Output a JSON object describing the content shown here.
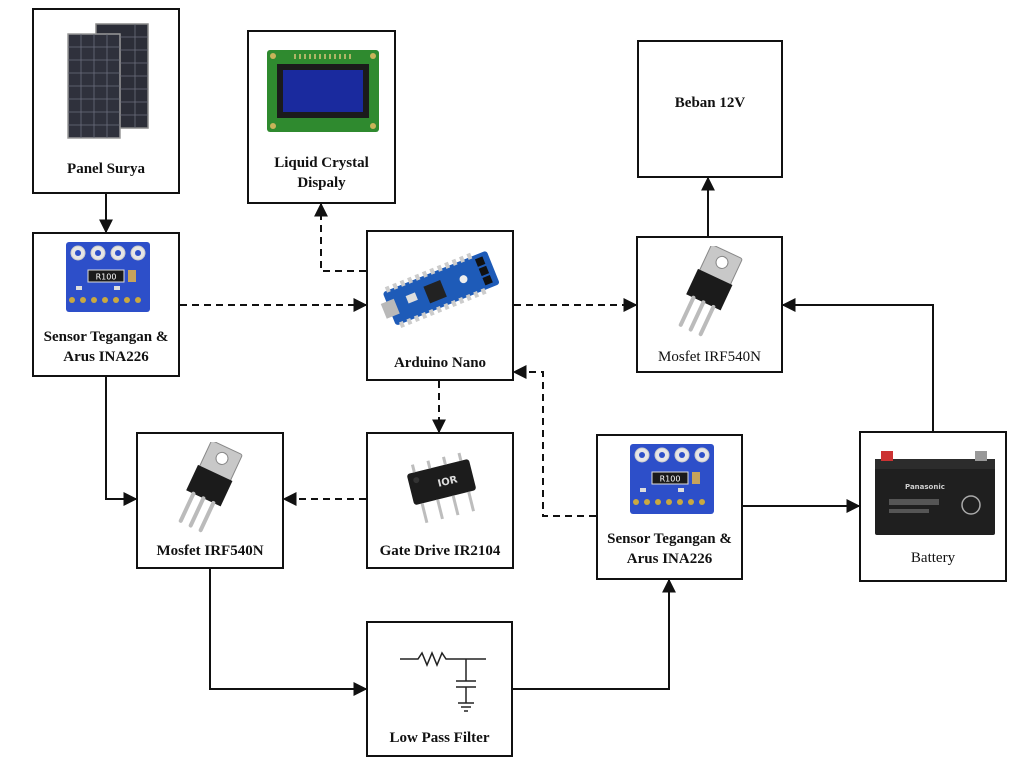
{
  "blocks": {
    "solar_panel": {
      "label": "Panel Surya"
    },
    "lcd": {
      "label_line1": "Liquid Crystal",
      "label_line2": "Dispaly"
    },
    "load": {
      "label": "Beban 12V"
    },
    "sensor_input": {
      "label_line1": "Sensor Tegangan &",
      "label_line2": "Arus INA226"
    },
    "arduino": {
      "label": "Arduino Nano"
    },
    "mosfet_load": {
      "label": "Mosfet IRF540N"
    },
    "mosfet_converter": {
      "label": "Mosfet IRF540N"
    },
    "gate_driver": {
      "label": "Gate Drive IR2104"
    },
    "sensor_output": {
      "label_line1": "Sensor Tegangan &",
      "label_line2": "Arus INA226"
    },
    "battery": {
      "label": "Battery"
    },
    "low_pass_filter": {
      "label": "Low Pass Filter"
    }
  },
  "connections": [
    {
      "from": "solar_panel",
      "to": "sensor_input",
      "style": "solid"
    },
    {
      "from": "sensor_input",
      "to": "arduino",
      "style": "dashed"
    },
    {
      "from": "arduino",
      "to": "lcd",
      "style": "dashed"
    },
    {
      "from": "arduino",
      "to": "mosfet_load",
      "style": "dashed"
    },
    {
      "from": "mosfet_load",
      "to": "load",
      "style": "solid"
    },
    {
      "from": "battery",
      "to": "mosfet_load",
      "style": "solid"
    },
    {
      "from": "arduino",
      "to": "gate_driver",
      "style": "dashed"
    },
    {
      "from": "gate_driver",
      "to": "mosfet_converter",
      "style": "dashed"
    },
    {
      "from": "sensor_input",
      "to": "mosfet_converter",
      "style": "solid"
    },
    {
      "from": "mosfet_converter",
      "to": "low_pass_filter",
      "style": "solid"
    },
    {
      "from": "low_pass_filter",
      "to": "sensor_output",
      "style": "solid"
    },
    {
      "from": "sensor_output",
      "to": "battery",
      "style": "solid"
    },
    {
      "from": "sensor_output",
      "to": "arduino",
      "style": "dashed"
    }
  ],
  "chips": {
    "resistor_marking": "R100",
    "ir_marking": "IOR"
  },
  "battery_brand": "Panasonic",
  "colors": {
    "line": "#111111",
    "sensor_board": "#2d4fc9",
    "arduino_board": "#1e5bb8",
    "lcd_pcb": "#2f8a2f",
    "lcd_screen": "#1a2a9e"
  }
}
